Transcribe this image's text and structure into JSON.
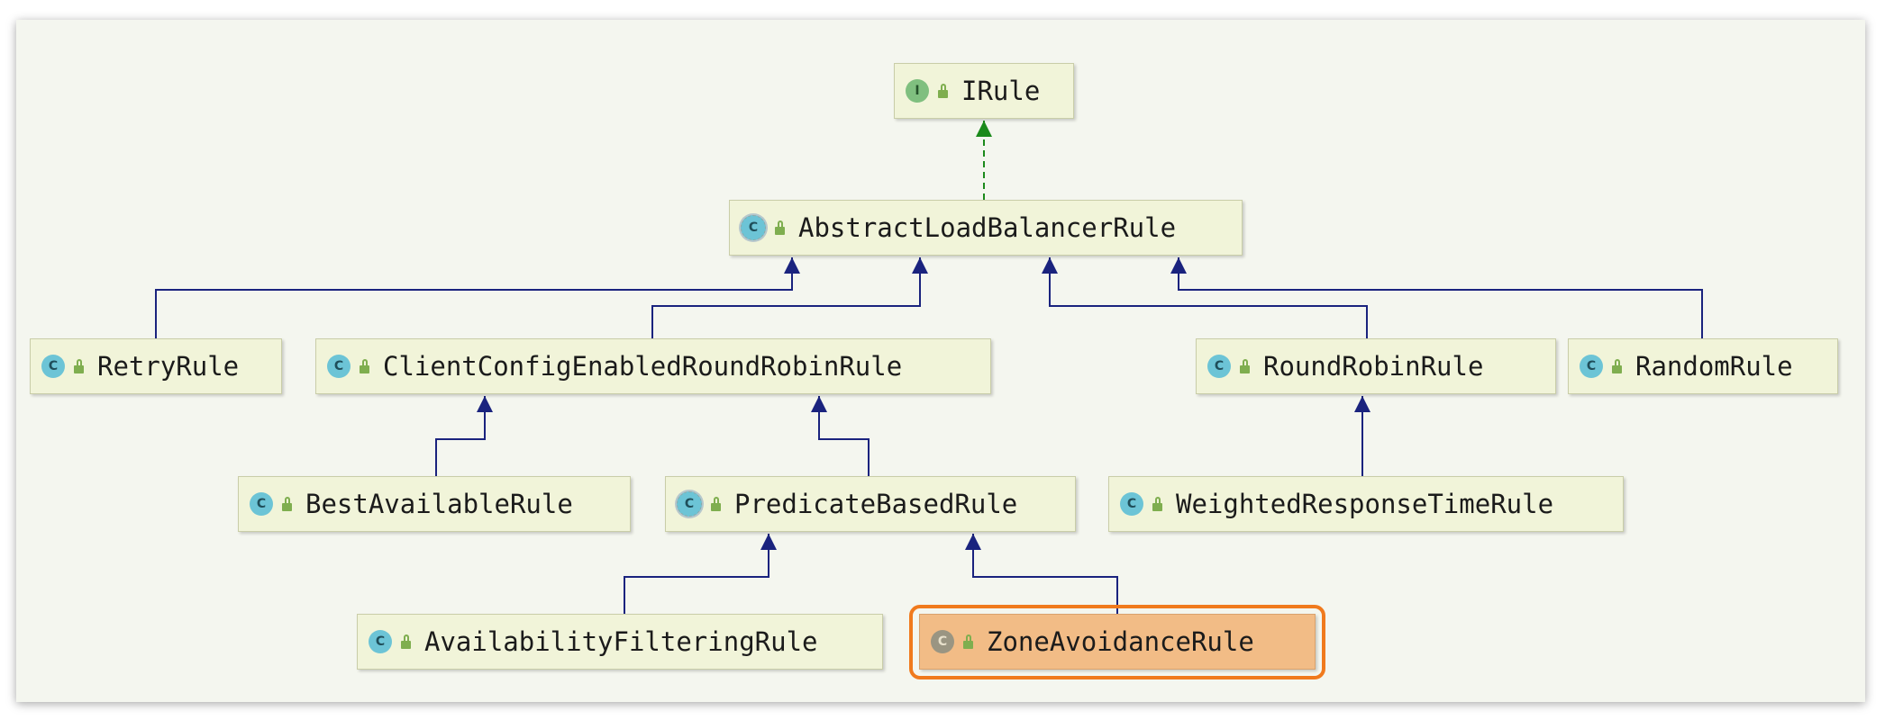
{
  "diagram": {
    "nodes": [
      {
        "id": "IRule",
        "label": "IRule",
        "kind": "interface",
        "badge": "I"
      },
      {
        "id": "AbstractLoadBalancerRule",
        "label": "AbstractLoadBalancerRule",
        "kind": "abstract",
        "badge": "C"
      },
      {
        "id": "RetryRule",
        "label": "RetryRule",
        "kind": "class",
        "badge": "C"
      },
      {
        "id": "ClientConfigEnabledRoundRobinRule",
        "label": "ClientConfigEnabledRoundRobinRule",
        "kind": "class",
        "badge": "C"
      },
      {
        "id": "RoundRobinRule",
        "label": "RoundRobinRule",
        "kind": "class",
        "badge": "C"
      },
      {
        "id": "RandomRule",
        "label": "RandomRule",
        "kind": "class",
        "badge": "C"
      },
      {
        "id": "BestAvailableRule",
        "label": "BestAvailableRule",
        "kind": "class",
        "badge": "C"
      },
      {
        "id": "PredicateBasedRule",
        "label": "PredicateBasedRule",
        "kind": "abstract",
        "badge": "C"
      },
      {
        "id": "WeightedResponseTimeRule",
        "label": "WeightedResponseTimeRule",
        "kind": "class",
        "badge": "C"
      },
      {
        "id": "AvailabilityFilteringRule",
        "label": "AvailabilityFilteringRule",
        "kind": "class",
        "badge": "C"
      },
      {
        "id": "ZoneAvoidanceRule",
        "label": "ZoneAvoidanceRule",
        "kind": "class",
        "badge": "C",
        "selected": true
      }
    ],
    "edges": [
      {
        "from": "AbstractLoadBalancerRule",
        "to": "IRule",
        "type": "implements"
      },
      {
        "from": "RetryRule",
        "to": "AbstractLoadBalancerRule",
        "type": "extends"
      },
      {
        "from": "ClientConfigEnabledRoundRobinRule",
        "to": "AbstractLoadBalancerRule",
        "type": "extends"
      },
      {
        "from": "RoundRobinRule",
        "to": "AbstractLoadBalancerRule",
        "type": "extends"
      },
      {
        "from": "RandomRule",
        "to": "AbstractLoadBalancerRule",
        "type": "extends"
      },
      {
        "from": "BestAvailableRule",
        "to": "ClientConfigEnabledRoundRobinRule",
        "type": "extends"
      },
      {
        "from": "PredicateBasedRule",
        "to": "ClientConfigEnabledRoundRobinRule",
        "type": "extends"
      },
      {
        "from": "WeightedResponseTimeRule",
        "to": "RoundRobinRule",
        "type": "extends"
      },
      {
        "from": "AvailabilityFilteringRule",
        "to": "PredicateBasedRule",
        "type": "extends"
      },
      {
        "from": "ZoneAvoidanceRule",
        "to": "PredicateBasedRule",
        "type": "extends"
      }
    ],
    "colors": {
      "extends_edge": "#1a237e",
      "implements_edge": "#1b8a1b",
      "node_fill": "#f1f4d9",
      "selected_fill": "#f2bc86",
      "selected_ring": "#f07a1d"
    }
  }
}
